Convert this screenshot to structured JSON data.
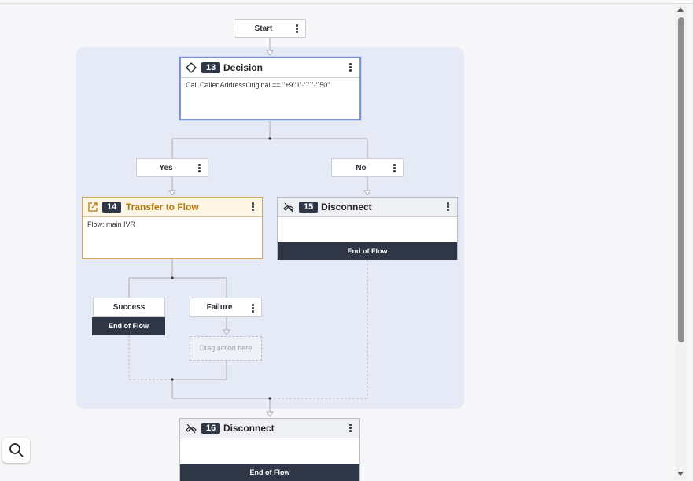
{
  "start": {
    "label": "Start"
  },
  "decision": {
    "number": "13",
    "title": "Decision",
    "expression": "Call.CalledAddressOriginal == \"+9’‘1’·‘˙’˙’·′˙50\""
  },
  "branches": {
    "yes_label": "Yes",
    "no_label": "No"
  },
  "transfer": {
    "number": "14",
    "title": "Transfer to Flow",
    "flow_text": "Flow: main IVR"
  },
  "disconnect15": {
    "number": "15",
    "title": "Disconnect",
    "end_label": "End of Flow"
  },
  "outcomes": {
    "success_label": "Success",
    "failure_label": "Failure",
    "success_end_label": "End of Flow",
    "drop_placeholder": "Drag action here"
  },
  "disconnect16": {
    "number": "16",
    "title": "Disconnect",
    "end_label": "End of Flow"
  },
  "colors": {
    "accent_blue": "#7b93d8",
    "transfer_orange": "#b37a10",
    "end_bar": "#2f3747",
    "group_bg": "#e6e9f6"
  },
  "icons": [
    "diamond-icon",
    "external-link-icon",
    "hangup-icon",
    "search-icon",
    "kebab-menu-icon"
  ]
}
